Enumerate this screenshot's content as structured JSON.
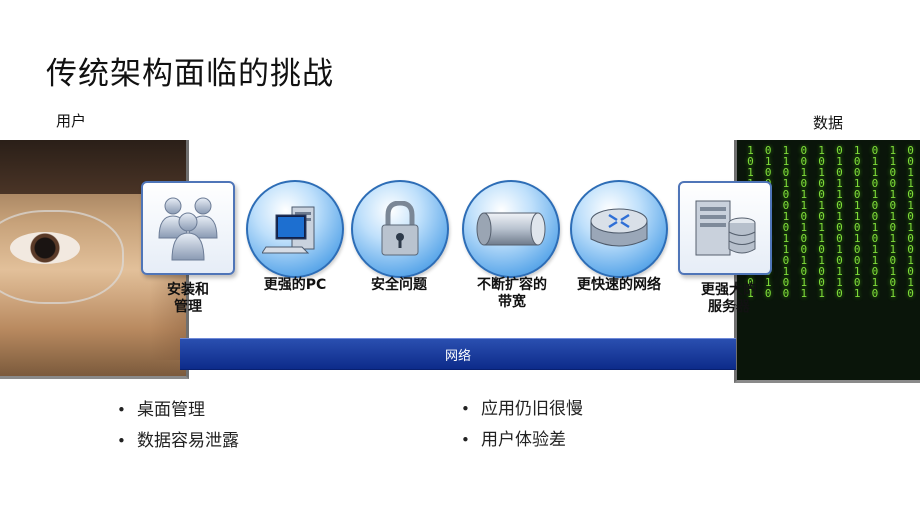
{
  "slide": {
    "title": "传统架构面临的挑战",
    "left_label": "用户",
    "right_label": "数据"
  },
  "network": {
    "label": "网络",
    "color": "#0d2b8a"
  },
  "items": [
    {
      "label_line1": "安装和",
      "label_line2": "管理",
      "icon": "users-icon"
    },
    {
      "label_line1": "更强的PC",
      "label_line2": "",
      "icon": "pc-icon"
    },
    {
      "label_line1": "安全问题",
      "label_line2": "",
      "icon": "padlock-icon"
    },
    {
      "label_line1": "不断扩容的",
      "label_line2": "带宽",
      "icon": "pipe-icon"
    },
    {
      "label_line1": "更快速的网络",
      "label_line2": "",
      "icon": "router-icon"
    },
    {
      "label_line1": "更强大的",
      "label_line2": "服务器",
      "icon": "server-icon"
    }
  ],
  "bullets_left": [
    "桌面管理",
    "数据容易泄露"
  ],
  "bullets_right": [
    "应用仍旧很慢",
    "用户体验差"
  ],
  "matrix": {
    "columns": [
      "10110100101101",
      "01001011010010",
      "11010010110100",
      "00101101001011",
      "10100101101001",
      "01011010010110",
      "10010110100101",
      "01101001011010",
      "11001010110101",
      "00110101001010"
    ],
    "color": "#7fdc3a"
  }
}
